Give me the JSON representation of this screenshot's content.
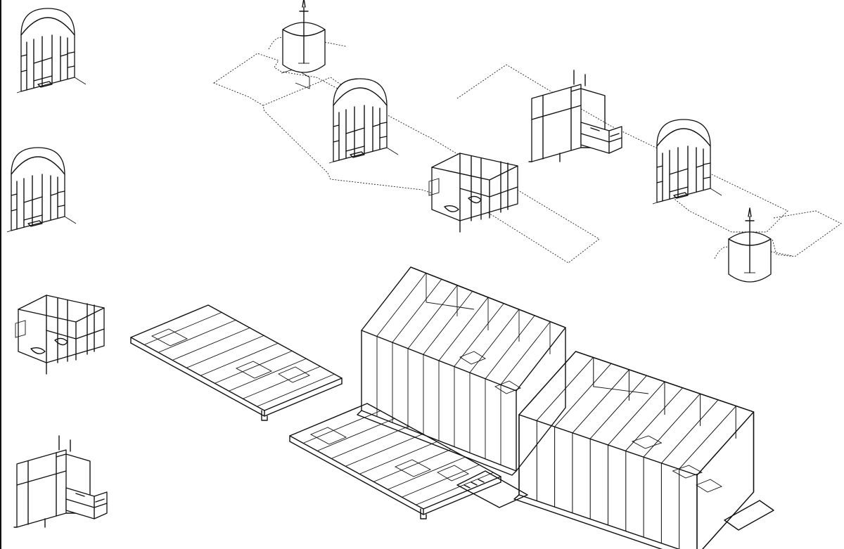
{
  "drawing": {
    "type": "axonometric-line-drawing",
    "stroke_color": "#111111",
    "background_color": "#ffffff",
    "components": [
      "arched-wall-module-icon",
      "bathroom-module-icon",
      "kitchen-module-icon",
      "floor-plan-layout",
      "curved-shower-module",
      "floor-frame-panel",
      "house-frame-structure"
    ]
  }
}
